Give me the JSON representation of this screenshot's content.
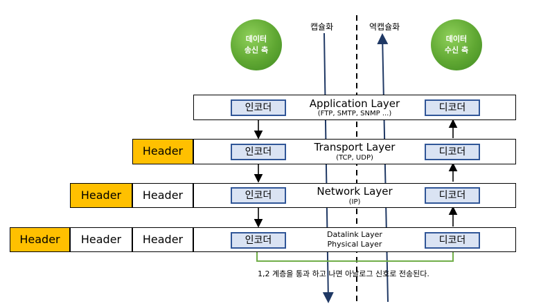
{
  "sender": {
    "label": "데이터\n송신 측"
  },
  "receiver": {
    "label": "데이터\n수신 측"
  },
  "encapsulation_label": "캡슐화",
  "decapsulation_label": "역캡슐화",
  "encoder_label": "인코더",
  "decoder_label": "디코더",
  "header_label": "Header",
  "layers": [
    {
      "title": "Application Layer",
      "subtitle": "(FTP, SMTP, SNMP ...)"
    },
    {
      "title": "Transport Layer",
      "subtitle": "(TCP, UDP)"
    },
    {
      "title": "Network Layer",
      "subtitle": "(IP)"
    },
    {
      "title": "Datalink Layer",
      "subtitle": "Physical Layer"
    }
  ],
  "note": "1,2 계층을 통과 하고 나면 아날로그 신호로 전송된다.",
  "colors": {
    "header_fill": "#ffc000",
    "coder_fill": "#dae3f3",
    "coder_border": "#2f5597",
    "circle_green": "#5fa732",
    "arrow_blue": "#1f3864",
    "bracket_green": "#70ad47"
  }
}
